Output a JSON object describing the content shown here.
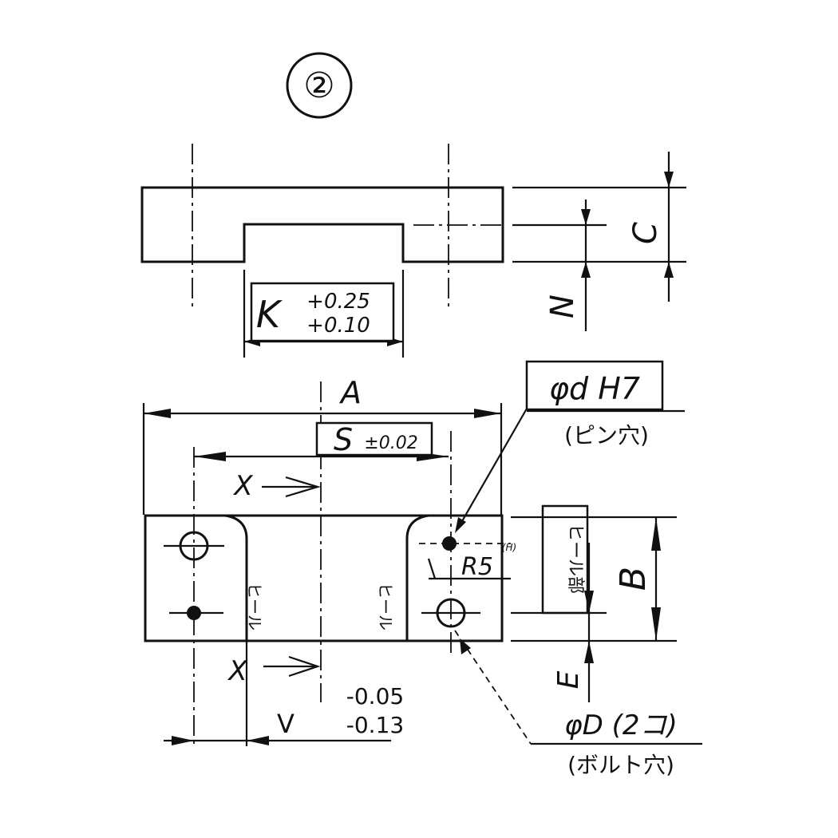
{
  "view_number": "②",
  "labels": {
    "dim_c": "C",
    "dim_k": "K",
    "k_tol_upper": "+0.25",
    "k_tol_lower": "+0.10",
    "dim_n": "N",
    "dim_a": "A",
    "dim_s": "S",
    "s_tol": "±0.02",
    "dim_x_upper": "X",
    "dim_x_lower": "X",
    "dim_b": "B",
    "dim_e": "E",
    "radius": "R5",
    "radius_note": "(H)",
    "side_note": "ヒール部",
    "dim_v": "V",
    "v_tol_upper": "-0.05",
    "v_tol_lower": "-0.13",
    "pin_hole_size": "φd H7",
    "pin_hole_desc": "(ピン穴)",
    "bolt_hole_size": "φD (2コ)",
    "bolt_hole_desc": "(ボルト穴)"
  }
}
